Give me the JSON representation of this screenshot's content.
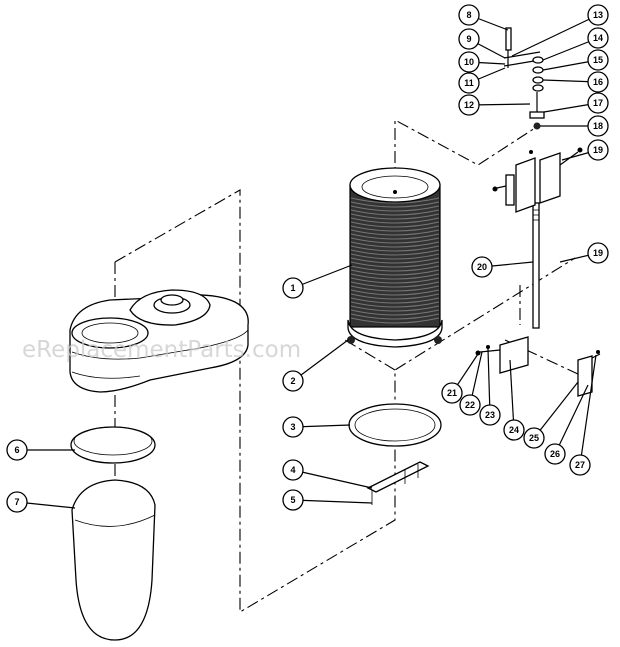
{
  "watermark": "eReplacementParts.com",
  "callouts": [
    "1",
    "2",
    "3",
    "4",
    "5",
    "6",
    "7",
    "8",
    "9",
    "10",
    "11",
    "12",
    "13",
    "14",
    "15",
    "16",
    "17",
    "18",
    "19",
    "19",
    "20",
    "21",
    "22",
    "23",
    "24",
    "25",
    "26",
    "27"
  ]
}
